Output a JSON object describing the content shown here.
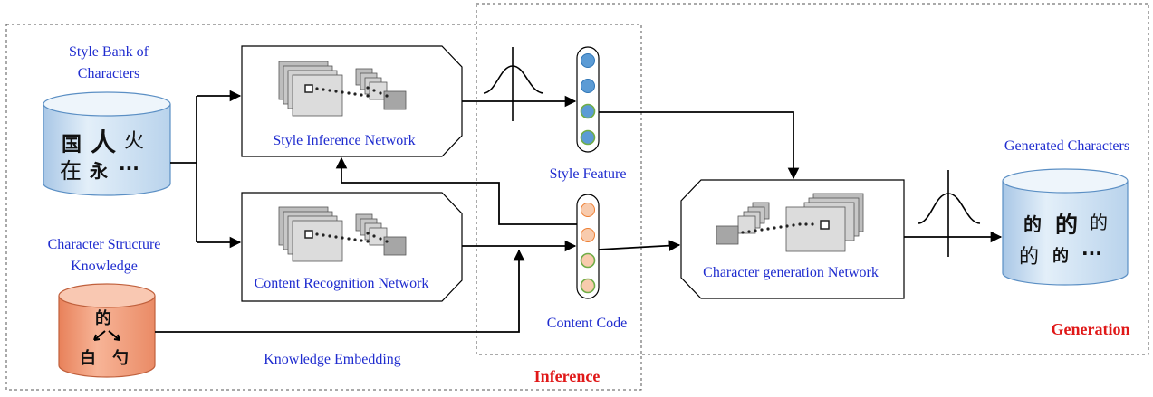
{
  "labels": {
    "style_bank": [
      "Style Bank of",
      "Characters"
    ],
    "structure_knowledge": [
      "Character Structure",
      "Knowledge"
    ],
    "style_inference_network": "Style  Inference Network",
    "content_recognition_network": "Content Recognition Network",
    "character_generation_network": "Character generation Network",
    "style_feature": "Style Feature",
    "content_code": "Content Code",
    "knowledge_embedding": "Knowledge Embedding",
    "generated_characters": "Generated Characters",
    "inference_region": "Inference",
    "generation_region": "Generation"
  },
  "style_bank_glyphs": [
    "国",
    "人",
    "火",
    "在",
    "永",
    "···"
  ],
  "structure_glyphs": {
    "whole": "的",
    "left": "白",
    "right": "勺"
  },
  "generated_glyphs": [
    "的",
    "的",
    "的",
    "的",
    "的",
    "···"
  ],
  "colors": {
    "label_blue": "#1f2ccf",
    "region_red": "#e01818",
    "db_blue_fill": "#dbeaf6",
    "db_orange_fill": "#f3a07e",
    "style_node_fill": "#5b9bd5",
    "style_node_ring": "#70ad47",
    "content_node_fill": "#f8cbad"
  }
}
